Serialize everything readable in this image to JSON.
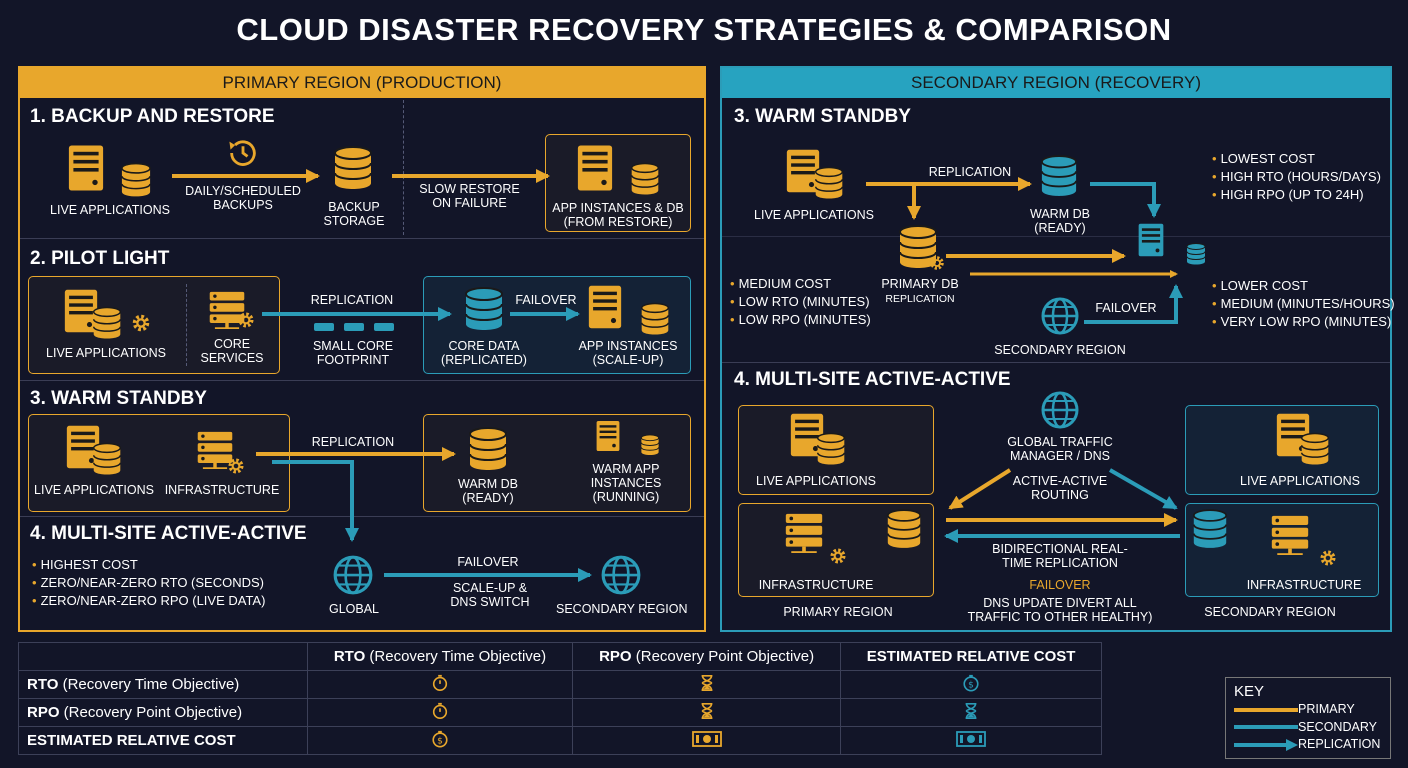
{
  "title": "CLOUD DISASTER RECOVERY STRATEGIES & COMPARISON",
  "colors": {
    "primary": "#e8a72c",
    "secondary": "#2b9cb8",
    "background": "#121528"
  },
  "primary_panel": {
    "header": "PRIMARY REGION (PRODUCTION)",
    "backup": {
      "title": "1. BACKUP AND RESTORE",
      "live": "LIVE APPLICATIONS",
      "daily": "DAILY/SCHEDULED BACKUPS",
      "storage": "BACKUP STORAGE",
      "slow": "SLOW RESTORE ON FAILURE",
      "app": "APP INSTANCES & DB (FROM RESTORE)"
    },
    "pilot": {
      "title": "2. PILOT LIGHT",
      "live": "LIVE APPLICATIONS",
      "core": "CORE SERVICES",
      "replication": "REPLICATION",
      "small": "SMALL CORE FOOTPRINT",
      "core_data": "CORE DATA (REPLICATED)",
      "failover": "FAILOVER",
      "app": "APP INSTANCES (SCALE-UP)"
    },
    "warm": {
      "title": "3. WARM STANDBY",
      "live": "LIVE APPLICATIONS",
      "infra": "INFRASTRUCTURE",
      "replication": "REPLICATION",
      "db": "WARM DB (READY)",
      "app": "WARM APP INSTANCES (RUNNING)"
    },
    "multi": {
      "title": "4. MULTI-SITE ACTIVE-ACTIVE",
      "bullets": [
        "HIGHEST COST",
        "ZERO/NEAR-ZERO RTO (SECONDS)",
        "ZERO/NEAR-ZERO RPO (LIVE DATA)"
      ],
      "global": "GLOBAL",
      "failover": "FAILOVER",
      "scale": "SCALE-UP & DNS SWITCH",
      "secondary": "SECONDARY REGION"
    }
  },
  "secondary_panel": {
    "header": "SECONDARY REGION (RECOVERY)",
    "warm": {
      "title": "3. WARM STANDBY",
      "live": "LIVE APPLICATIONS",
      "replication": "REPLICATION",
      "db": "WARM DB (READY)",
      "primary_db": "PRIMARY DB",
      "primary_db_sub": "REPLICATION",
      "failover": "FAILOVER",
      "secondary": "SECONDARY REGION",
      "bullets_top": [
        "LOWEST COST",
        "HIGH RTO (HOURS/DAYS)",
        "HIGH RPO (UP TO 24H)"
      ],
      "bullets_left": [
        "MEDIUM COST",
        "LOW RTO (MINUTES)",
        "LOW RPO (MINUTES)"
      ],
      "bullets_right": [
        "LOWER COST",
        "MEDIUM (MINUTES/HOURS)",
        "VERY LOW RPO (MINUTES)"
      ]
    },
    "multi": {
      "title": "4. MULTI-SITE ACTIVE-ACTIVE",
      "gtm": "GLOBAL TRAFFIC MANAGER / DNS",
      "routing": "ACTIVE-ACTIVE ROUTING",
      "live_left": "LIVE APPLICATIONS",
      "live_right": "LIVE APPLICATIONS",
      "infra_left": "INFRASTRUCTURE",
      "infra_right": "INFRASTRUCTURE",
      "bidir": "BIDIRECTIONAL REAL-TIME REPLICATION",
      "failover": "FAILOVER",
      "dns": "DNS UPDATE DIVERT ALL TRAFFIC TO OTHER HEALTHY)",
      "primary_region": "PRIMARY REGION",
      "secondary_region": "SECONDARY REGION"
    }
  },
  "table": {
    "headers": [
      {
        "bold": "RTO",
        "rest": " (Recovery Time Objective)"
      },
      {
        "bold": "RPO",
        "rest": " (Recovery Point Objective)"
      },
      {
        "bold": "ESTIMATED RELATIVE COST",
        "rest": ""
      }
    ],
    "rows": [
      {
        "bold": "RTO",
        "rest": " (Recovery Time Objective)",
        "icons": [
          "stopwatch-icon",
          "hourglass-icon",
          "dollar-coin-icon"
        ]
      },
      {
        "bold": "RPO",
        "rest": " (Recovery Point Objective)",
        "icons": [
          "stopwatch-icon",
          "hourglass-icon",
          "hourglass-icon"
        ]
      },
      {
        "bold": "ESTIMATED RELATIVE COST",
        "rest": "",
        "icons": [
          "dollar-coin-icon",
          "banknote-icon",
          "banknote-icon"
        ]
      }
    ]
  },
  "key": {
    "title": "KEY",
    "primary": "PRIMARY",
    "secondary": "SECONDARY",
    "replication": "REPLICATION"
  }
}
